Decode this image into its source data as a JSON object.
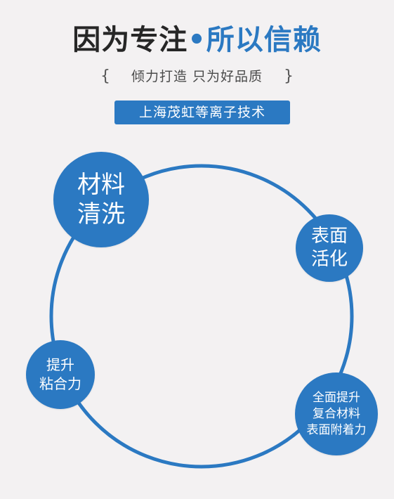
{
  "title": {
    "part1": "因为专注",
    "dot": "•",
    "part2": "所以信赖"
  },
  "subtitle": {
    "open_bracket": "{",
    "text": "倾力打造 只为好品质",
    "close_bracket": "}"
  },
  "badge": {
    "text": "上海茂虹等离子技术"
  },
  "nodes": {
    "material_cleaning": {
      "line1": "材料",
      "line2": "清洗"
    },
    "surface_activation": {
      "line1": "表面",
      "line2": "活化"
    },
    "adhesion": {
      "line1": "提升",
      "line2": "粘合力"
    },
    "composite": {
      "line1": "全面提升",
      "line2": "复合材料",
      "line3": "表面附着力"
    }
  },
  "colors": {
    "accent": "#2b79c2",
    "title_dark": "#262626",
    "background": "#f3f1f2"
  }
}
